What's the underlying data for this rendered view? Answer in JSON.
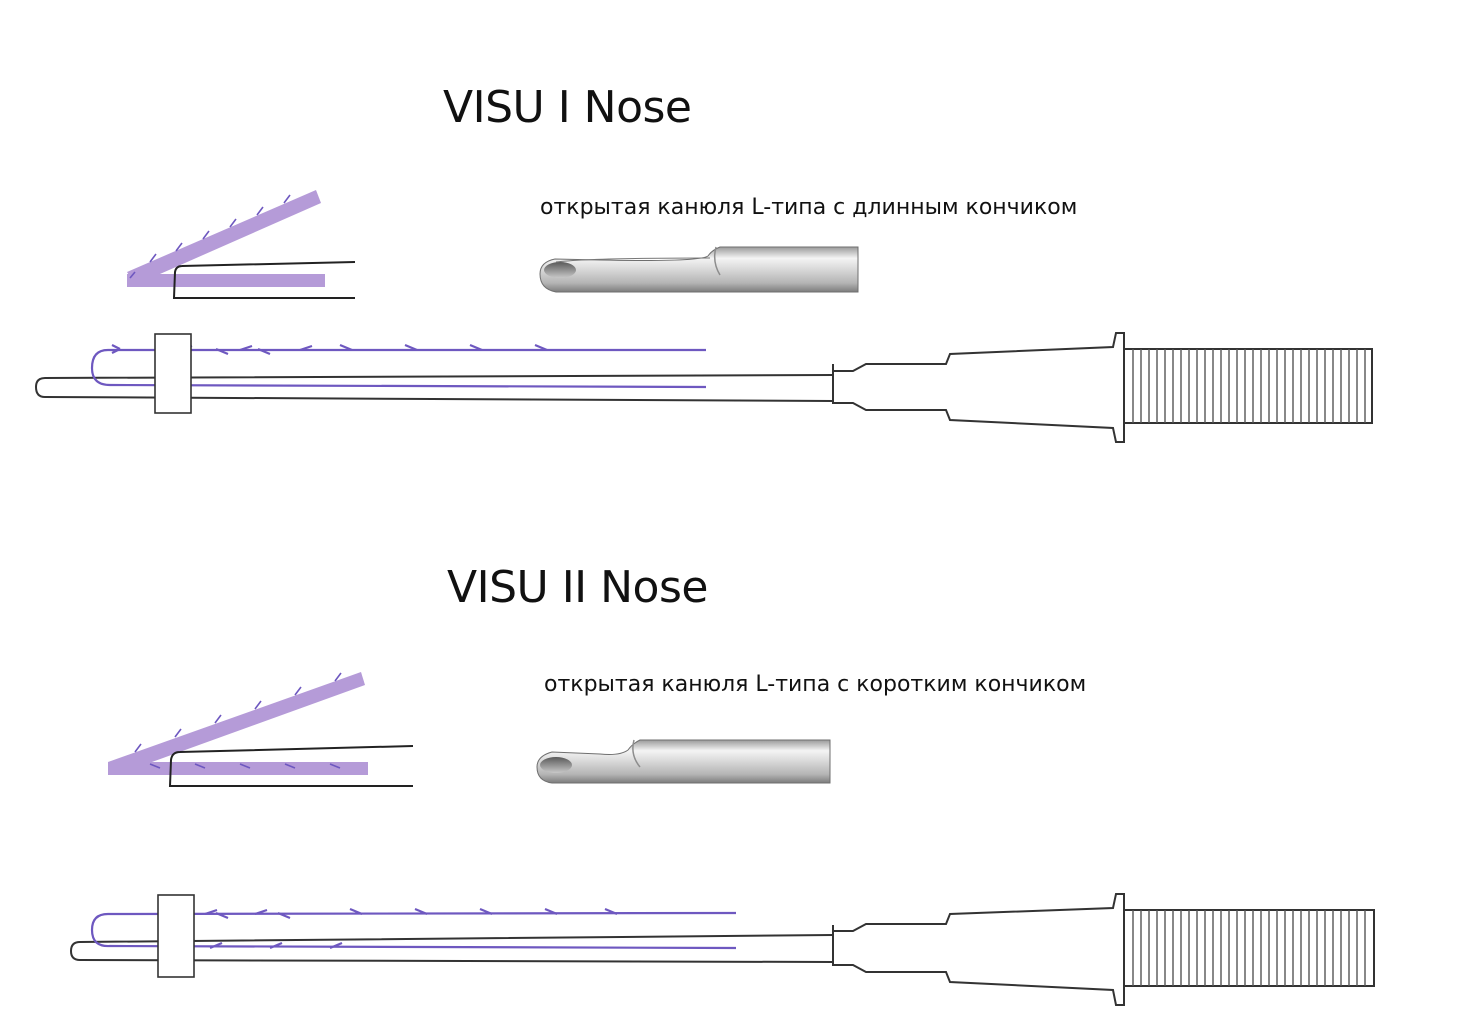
{
  "colors": {
    "thread": "#6e58c0",
    "thread_band": "#b59bd8",
    "outline": "#333333",
    "metal_light": "#f0f0f0",
    "metal_dark": "#8a8a8a"
  },
  "sections": [
    {
      "title": "VISU I Nose",
      "caption": "открытая канюля L-типа с длинным кончиком",
      "tip": "long"
    },
    {
      "title": "VISU II Nose",
      "caption": "открытая канюля L-типа с коротким кончиком",
      "tip": "short"
    }
  ],
  "icons": [
    "thread-fold-icon",
    "cannula-tip-photo",
    "cannula-assembly-icon",
    "needle-hub-icon"
  ]
}
